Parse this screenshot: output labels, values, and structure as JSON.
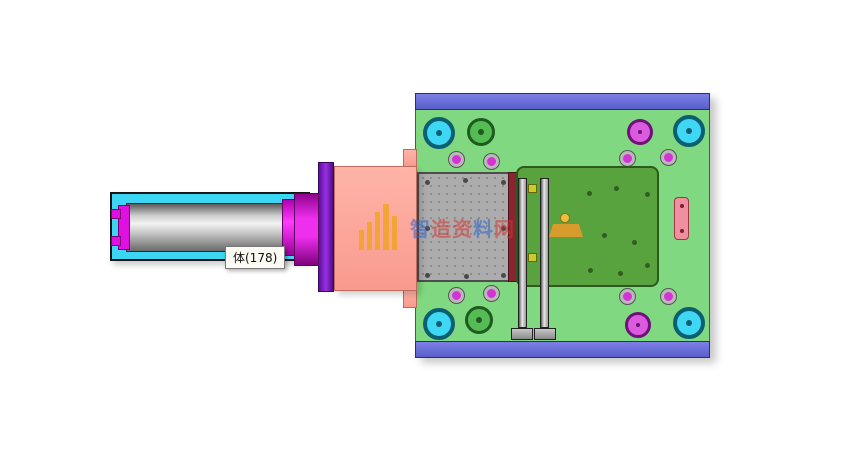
{
  "tooltip": {
    "text": "体(178)"
  },
  "watermark": {
    "text": "智造资料网",
    "chars": [
      "智",
      "造",
      "资",
      "料",
      "网"
    ],
    "char_colors": [
      "#2f62c9",
      "#d23535",
      "#d23535",
      "#2f62c9",
      "#d23535"
    ]
  },
  "icons": {
    "watermark_logo": "orange-bars-logo-icon"
  },
  "colors": {
    "mold_base_green": "#80d980",
    "clamp_plate_blue": "#6b6fde",
    "core_plate_green": "#58a33e",
    "cavity_plate_gray": "#acacac",
    "wear_strip_maroon": "#8a2430",
    "cylinder_magenta": "#e010e0",
    "piston_rod_gray": "#c6c6c6",
    "mount_block_salmon": "#ffab9e",
    "spacer_purple": "#7e18c8",
    "housing_cyan": "#3bd6f3",
    "insert_pink": "#ef8f9f",
    "bushing_cyan": "#3ed7f4",
    "pin_green": "#55bc55",
    "pillar_magenta": "#dc5ae0",
    "watermark_orange": "#f2a41f"
  }
}
